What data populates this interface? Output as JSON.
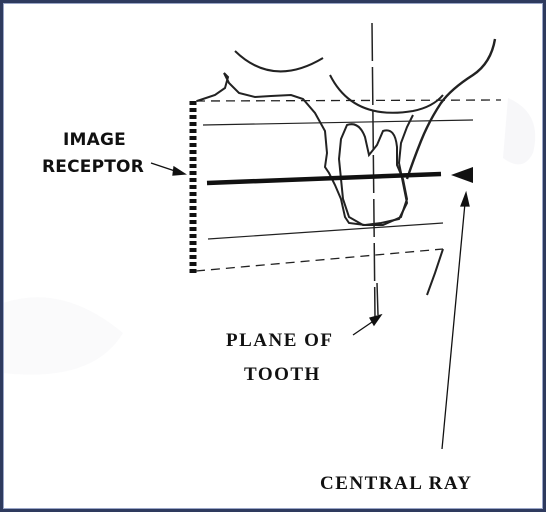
{
  "labels": {
    "image_receptor_line1": "IMAGE",
    "image_receptor_line2": "RECEPTOR",
    "plane_line1": "PLANE OF",
    "plane_line2": "TOOTH",
    "central_ray": "CENTRAL RAY"
  }
}
